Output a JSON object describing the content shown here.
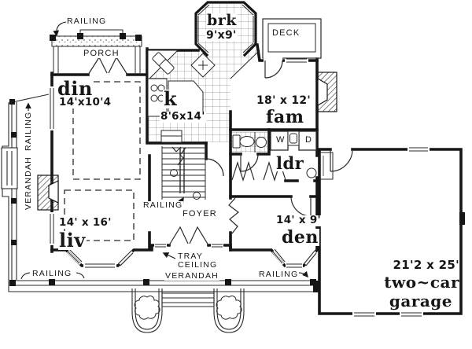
{
  "plan": {
    "rooms": {
      "breakfast": {
        "name": "brk",
        "dims": "9'x9'"
      },
      "deck": {
        "name": "DECK"
      },
      "dining": {
        "name": "din",
        "dims": "14'x10'4"
      },
      "kitchen": {
        "name": "k",
        "dims": "8'6x14'"
      },
      "family": {
        "name": "fam",
        "dims": "18' x 12'"
      },
      "laundry": {
        "name": "ldr"
      },
      "foyer": {
        "name": "FOYER"
      },
      "living": {
        "name": "liv",
        "dims": "14' x 16'"
      },
      "den": {
        "name": "den",
        "dims": "14' x 9'"
      },
      "garage": {
        "dims": "21'2 x 25'",
        "name_line1": "two~car",
        "name_line2": "garage"
      }
    },
    "appliances": {
      "washer": "W",
      "dryer": "D"
    },
    "labels": {
      "railing": "RAILING",
      "porch": "PORCH",
      "verandah": "VERANDAH",
      "tray_line1": "TRAY",
      "tray_line2": "CEILING"
    },
    "colors": {
      "ink": "#161616",
      "paper": "#ffffff",
      "tile_line": "#8a8a8a"
    }
  }
}
